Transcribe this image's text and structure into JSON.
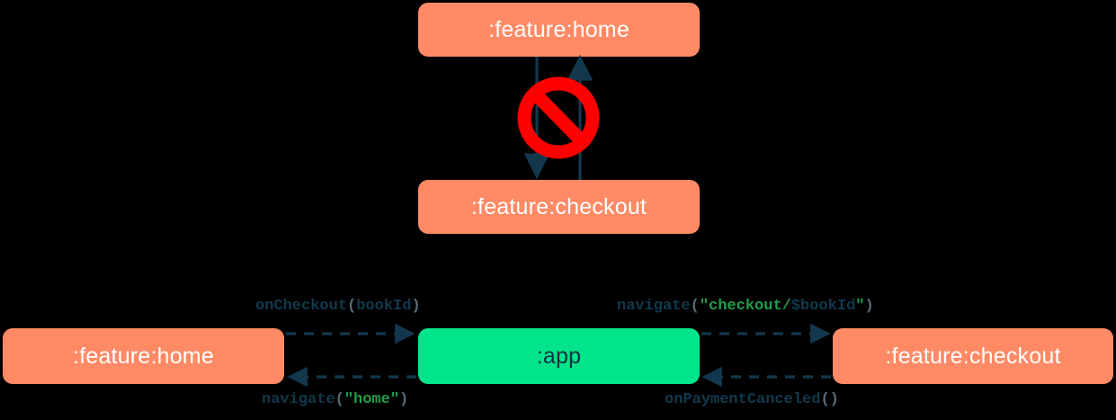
{
  "diagram": {
    "title": "module navigation dependency diagram",
    "colors": {
      "background": "#000000",
      "feature_module": "#FF8A65",
      "app_module": "#00E58B",
      "connector": "#13384D",
      "forbidden": "#FF0000",
      "string_literal": "#1E9E4A",
      "punctuation": "#5A6B73",
      "node_text_light": "#FFFFFF",
      "node_text_dark": "#10303F"
    },
    "top_section": {
      "name": "forbidden-direct-dependency",
      "nodes": [
        {
          "id": "home-top",
          "label": ":feature:home",
          "type": "feature"
        },
        {
          "id": "checkout-top",
          "label": ":feature:checkout",
          "type": "feature"
        }
      ],
      "edges": [
        {
          "id": "home-to-checkout",
          "from": "home-top",
          "to": "checkout-top",
          "direction": "down"
        },
        {
          "id": "checkout-to-home",
          "from": "checkout-top",
          "to": "home-top",
          "direction": "up"
        }
      ],
      "badge": {
        "icon": "no-entry-icon",
        "meaning": "not allowed"
      }
    },
    "bottom_section": {
      "name": "app-mediated-navigation",
      "nodes": [
        {
          "id": "home-bottom",
          "label": ":feature:home",
          "type": "feature"
        },
        {
          "id": "app",
          "label": ":app",
          "type": "app"
        },
        {
          "id": "checkout-bottom",
          "label": ":feature:checkout",
          "type": "feature"
        }
      ],
      "edges": [
        {
          "id": "home-to-app",
          "from": "home-bottom",
          "to": "app",
          "style": "dashed",
          "label_text": "onCheckout(bookId)",
          "label_tokens": [
            {
              "text": "onCheckout",
              "kind": "fn"
            },
            {
              "text": "(",
              "kind": "paren"
            },
            {
              "text": "bookId",
              "kind": "var"
            },
            {
              "text": ")",
              "kind": "paren"
            }
          ]
        },
        {
          "id": "app-to-home",
          "from": "app",
          "to": "home-bottom",
          "style": "dashed",
          "label_text": "navigate(\"home\")",
          "label_tokens": [
            {
              "text": "navigate",
              "kind": "fn"
            },
            {
              "text": "(",
              "kind": "paren"
            },
            {
              "text": "\"home\"",
              "kind": "str"
            },
            {
              "text": ")",
              "kind": "paren"
            }
          ]
        },
        {
          "id": "app-to-checkout",
          "from": "app",
          "to": "checkout-bottom",
          "style": "dashed",
          "label_text": "navigate(\"checkout/$bookId\")",
          "label_tokens": [
            {
              "text": "navigate",
              "kind": "fn"
            },
            {
              "text": "(",
              "kind": "paren"
            },
            {
              "text": "\"checkout/",
              "kind": "str"
            },
            {
              "text": "$bookId",
              "kind": "var"
            },
            {
              "text": "\"",
              "kind": "str"
            },
            {
              "text": ")",
              "kind": "paren"
            }
          ]
        },
        {
          "id": "checkout-to-app",
          "from": "checkout-bottom",
          "to": "app",
          "style": "dashed",
          "label_text": "onPaymentCanceled()",
          "label_tokens": [
            {
              "text": "onPaymentCanceled",
              "kind": "fn"
            },
            {
              "text": "()",
              "kind": "paren"
            }
          ]
        }
      ]
    }
  }
}
